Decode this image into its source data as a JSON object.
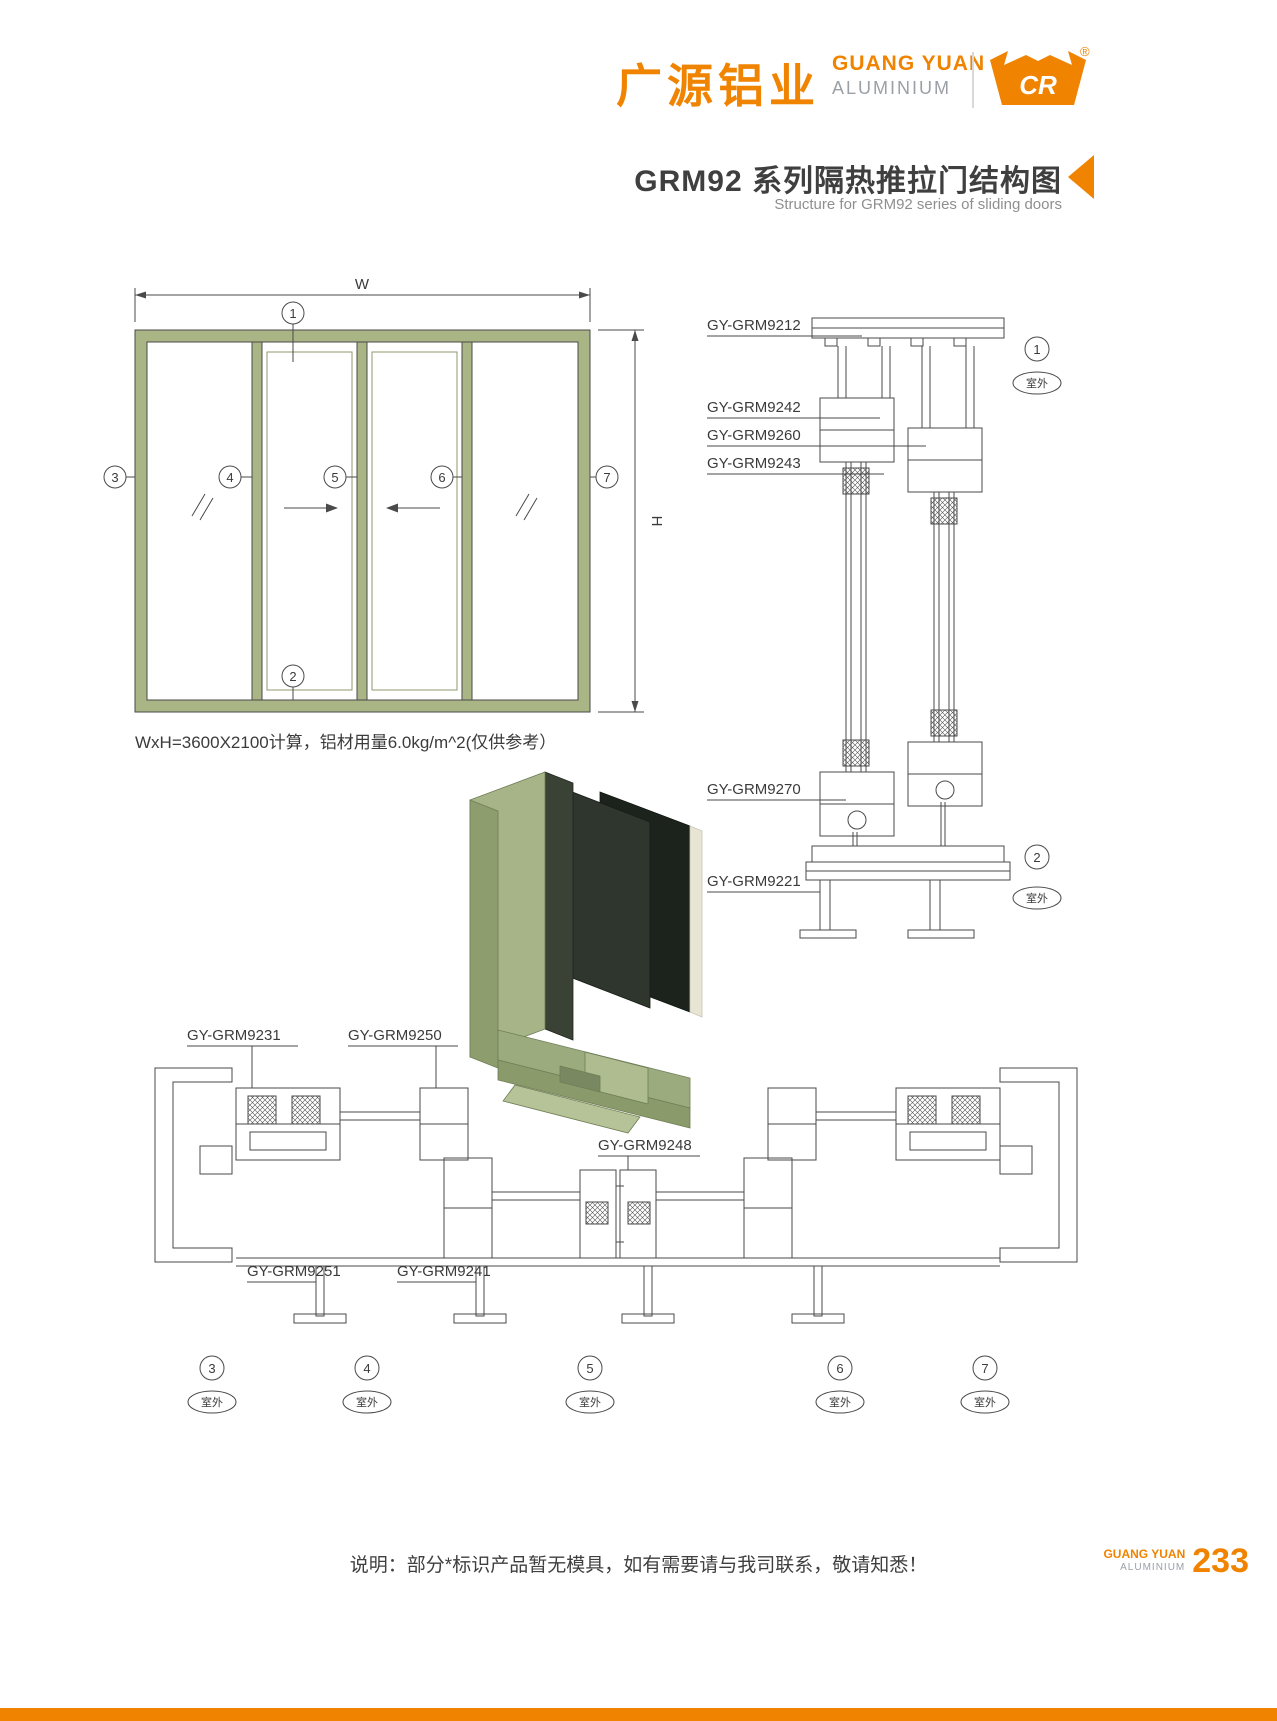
{
  "header": {
    "brand_cn": "广源铝业",
    "brand_en_line1": "GUANG YUAN",
    "brand_en_line2": "ALUMINIUM",
    "logo_text": "CR",
    "registered_mark": "®"
  },
  "title": {
    "cn": "GRM92 系列隔热推拉门结构图",
    "en": "Structure for GRM92 series of sliding doors"
  },
  "elevation": {
    "dim_width_label": "W",
    "dim_height_label": "H",
    "balloons": [
      "1",
      "2",
      "3",
      "4",
      "5",
      "6",
      "7"
    ],
    "note": "WxH=3600X2100计算，铝材用量6.0kg/m^2(仅供参考）"
  },
  "vertical_section": {
    "labels": [
      "GY-GRM9212",
      "GY-GRM9242",
      "GY-GRM9260",
      "GY-GRM9243",
      "GY-GRM9270",
      "GY-GRM9221"
    ],
    "balloon_top": "1",
    "balloon_bottom": "2",
    "outdoor_label": "室外"
  },
  "horizontal_section": {
    "labels": [
      "GY-GRM9231",
      "GY-GRM9250",
      "GY-GRM9248",
      "GY-GRM9251",
      "GY-GRM9241"
    ],
    "balloons": [
      "3",
      "4",
      "5",
      "6",
      "7"
    ],
    "outdoor_label": "室外"
  },
  "footer": {
    "note": "说明：部分*标识产品暂无模具，如有需要请与我司联系，敬请知悉！",
    "brand_en_line1": "GUANG YUAN",
    "brand_en_line2": "ALUMINIUM",
    "page_number": "233"
  },
  "colors": {
    "accent_orange": "#f08300",
    "frame_green": "#a9b584",
    "line_gray": "#4a4a4a"
  }
}
